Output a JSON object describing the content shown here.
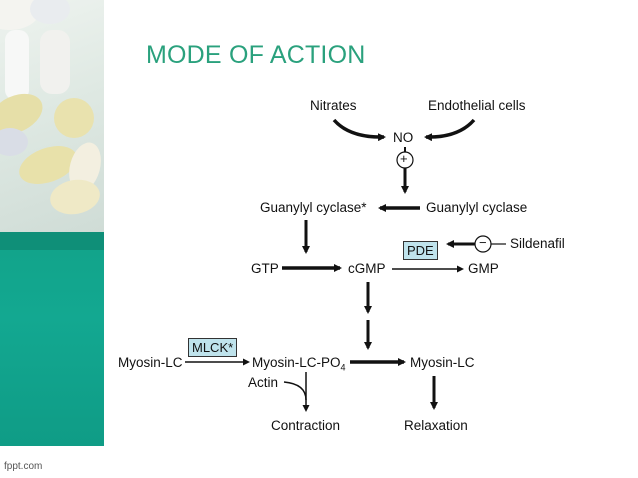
{
  "slide": {
    "title": "MODE OF ACTION",
    "footer": "fppt.com"
  },
  "diagram": {
    "nitrates": "Nitrates",
    "endothelial": "Endothelial cells",
    "no": "NO",
    "plus": "+",
    "minus": "−",
    "guanylyl_active": "Guanylyl cyclase*",
    "guanylyl": "Guanylyl cyclase",
    "pde": "PDE",
    "sildenafil": "Sildenafil",
    "gtp": "GTP",
    "cgmp": "cGMP",
    "gmp": "GMP",
    "mlck": "MLCK*",
    "myosin_lc_left": "Myosin-LC",
    "myosin_lc_po4": "Myosin-LC-PO",
    "po4_sub": "4",
    "myosin_lc_right": "Myosin-LC",
    "actin": "Actin",
    "contraction": "Contraction",
    "relaxation": "Relaxation"
  }
}
